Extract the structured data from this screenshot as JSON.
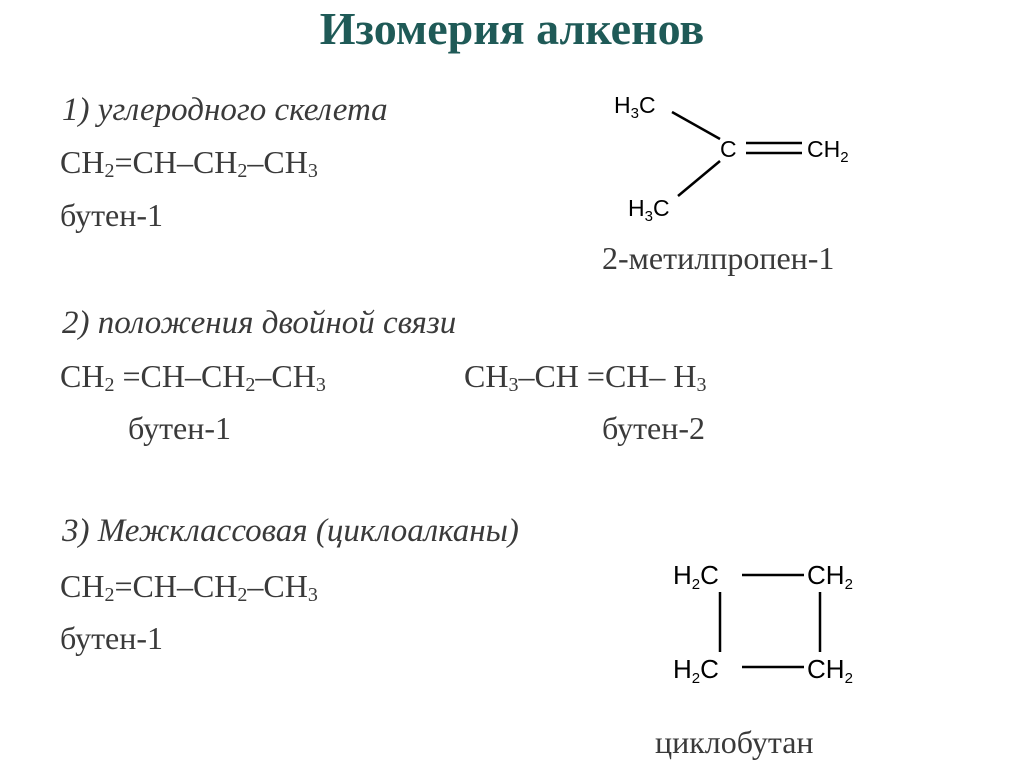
{
  "title": "Изомерия алкенов",
  "section1": {
    "heading": "1) углеродного скелета",
    "formula": {
      "p1": "CH",
      "s1": "2",
      "p2": "=CH–CH",
      "s2": "2",
      "p3": "–CH",
      "s3": "3"
    },
    "name": "бутен-1",
    "isomer": {
      "top_label": {
        "a": "H",
        "sub": "3",
        "b": "C"
      },
      "center": "C",
      "right_label": {
        "a": "CH",
        "sub": "2"
      },
      "bottom_label": {
        "a": "H",
        "sub": "3",
        "b": "C"
      },
      "name": "2-метилпропен-1"
    }
  },
  "section2": {
    "heading": "2) положения двойной связи",
    "left_formula": {
      "p1": "CH",
      "s1": "2",
      "p2": " =CH–CH",
      "s2": "2",
      "p3": "–CH",
      "s3": "3"
    },
    "left_name": "бутен-1",
    "right_formula": {
      "p1": "CH",
      "s1": "3",
      "p2": "–CH =CH– H",
      "s2": "3"
    },
    "right_name": "бутен-2"
  },
  "section3": {
    "heading": "3) Межклассовая (циклоалканы)",
    "formula": {
      "p1": "CH",
      "s1": "2",
      "p2": "=CH–CH",
      "s2": "2",
      "p3": "–CH",
      "s3": "3"
    },
    "name": "бутен-1",
    "ring": {
      "top_left": {
        "a": "H",
        "sub": "2",
        "b": "C"
      },
      "top_right": {
        "a": "CH",
        "sub": "2"
      },
      "bottom_left": {
        "a": "H",
        "sub": "2",
        "b": "C"
      },
      "bottom_right": {
        "a": "CH",
        "sub": "2"
      },
      "name": "циклобутан"
    }
  }
}
